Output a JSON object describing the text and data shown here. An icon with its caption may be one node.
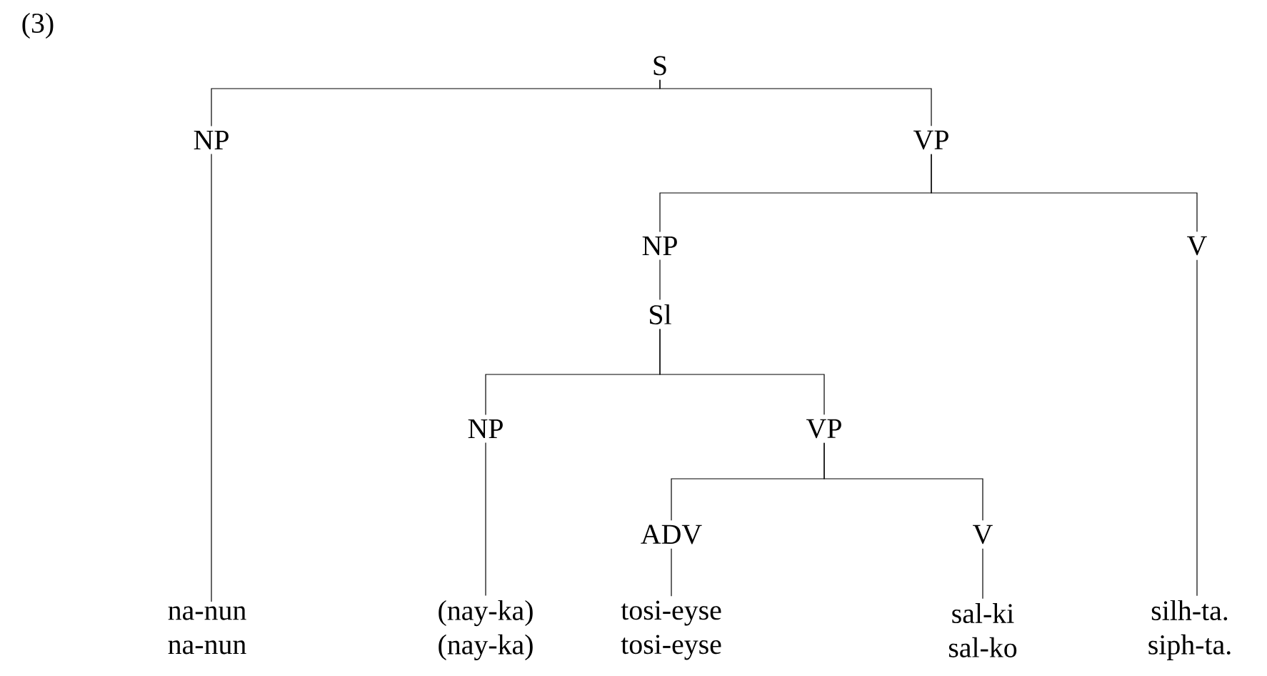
{
  "diagram": {
    "nodes": [
      {
        "text": [
          "S"
        ]
      },
      {
        "text": [
          "NP"
        ]
      },
      {
        "text": [
          "VP"
        ]
      },
      {
        "text": [
          "NP"
        ]
      },
      {
        "text": [
          "V"
        ]
      },
      {
        "text": [
          "Sl"
        ]
      },
      {
        "text": [
          "NP"
        ]
      },
      {
        "text": [
          "VP"
        ]
      },
      {
        "text": [
          "ADV"
        ]
      },
      {
        "text": [
          "V"
        ]
      },
      {
        "text": [
          "na-nun",
          "na-nun"
        ]
      },
      {
        "text": [
          "(nay-ka)",
          "(nay-ka)"
        ]
      },
      {
        "text": [
          "tosi-eyse",
          "tosi-eyse"
        ]
      },
      {
        "text": [
          "sal-ki",
          "sal-ko"
        ]
      },
      {
        "text": [
          "silh-ta.",
          "siph-ta."
        ]
      }
    ],
    "edges": [
      {
        "from": 0,
        "to": 1,
        "arrow": "none"
      },
      {
        "from": 0,
        "to": 2,
        "arrow": "none"
      },
      {
        "from": 2,
        "to": 3,
        "arrow": "none"
      },
      {
        "from": 2,
        "to": 4,
        "arrow": "none"
      },
      {
        "from": 3,
        "to": 5,
        "arrow": "none"
      },
      {
        "from": 5,
        "to": 6,
        "arrow": "none"
      },
      {
        "from": 5,
        "to": 7,
        "arrow": "none"
      },
      {
        "from": 7,
        "to": 8,
        "arrow": "none"
      },
      {
        "from": 7,
        "to": 9,
        "arrow": "none"
      },
      {
        "from": 1,
        "to": 10,
        "arrow": "none"
      },
      {
        "from": 6,
        "to": 11,
        "arrow": "none"
      },
      {
        "from": 8,
        "to": 12,
        "arrow": "none"
      },
      {
        "from": 9,
        "to": 13,
        "arrow": "none"
      },
      {
        "from": 4,
        "to": 14,
        "arrow": "none"
      }
    ],
    "labels": [
      "(3)"
    ]
  }
}
